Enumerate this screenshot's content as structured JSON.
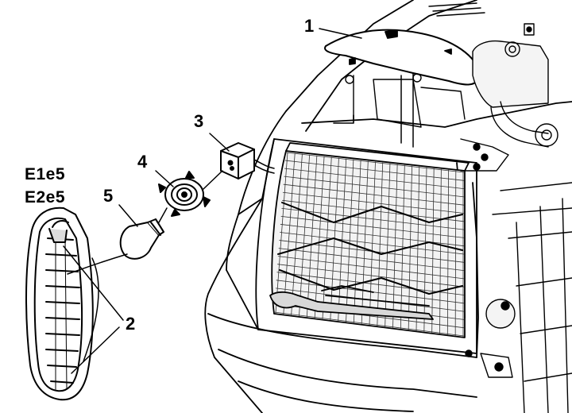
{
  "callouts": {
    "c1": "1",
    "c2": "2",
    "c3": "3",
    "c4": "4",
    "c5": "5"
  },
  "approval_marks": {
    "mark1": "E1e5",
    "mark2": "E2e5"
  },
  "colors": {
    "ink": "#000000",
    "paper": "#ffffff",
    "shade": "#dcdcdc"
  }
}
